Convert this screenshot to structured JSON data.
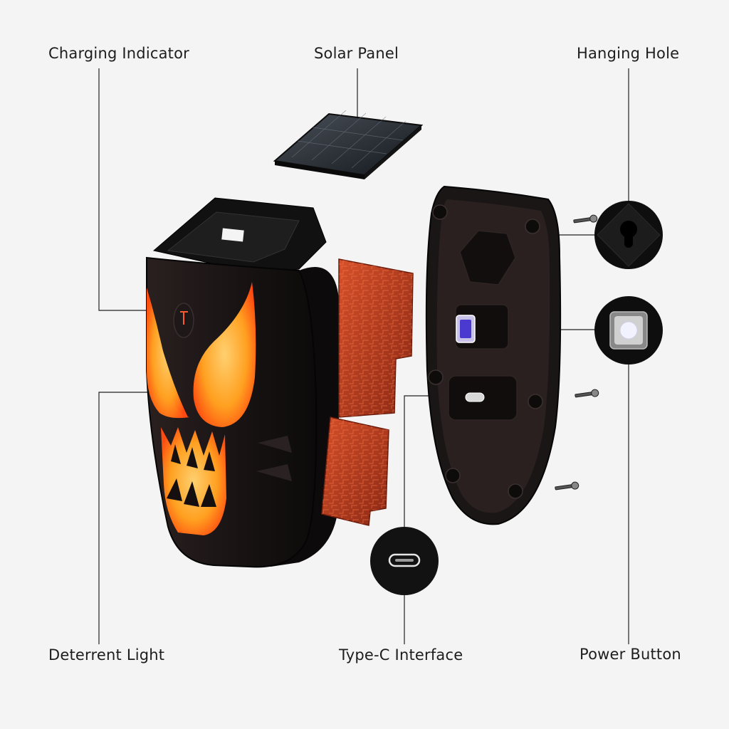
{
  "labels": {
    "charging_indicator": "Charging Indicator",
    "solar_panel": "Solar Panel",
    "hanging_hole": "Hanging Hole",
    "deterrent_light": "Deterrent Light",
    "type_c_interface": "Type-C Interface",
    "power_button": "Power Button"
  },
  "colors": {
    "background": "#f4f4f4",
    "housing": "#1a1414",
    "glow": "#ffb028",
    "glow_edge": "#ff5a14",
    "pcb": "#b8361c",
    "leader_line": "#222222"
  },
  "icons": {
    "charging_indicator": "charging-led-icon",
    "hanging_hole": "keyhole-icon",
    "power_button": "power-button-icon",
    "type_c_interface": "usb-c-port-icon"
  }
}
